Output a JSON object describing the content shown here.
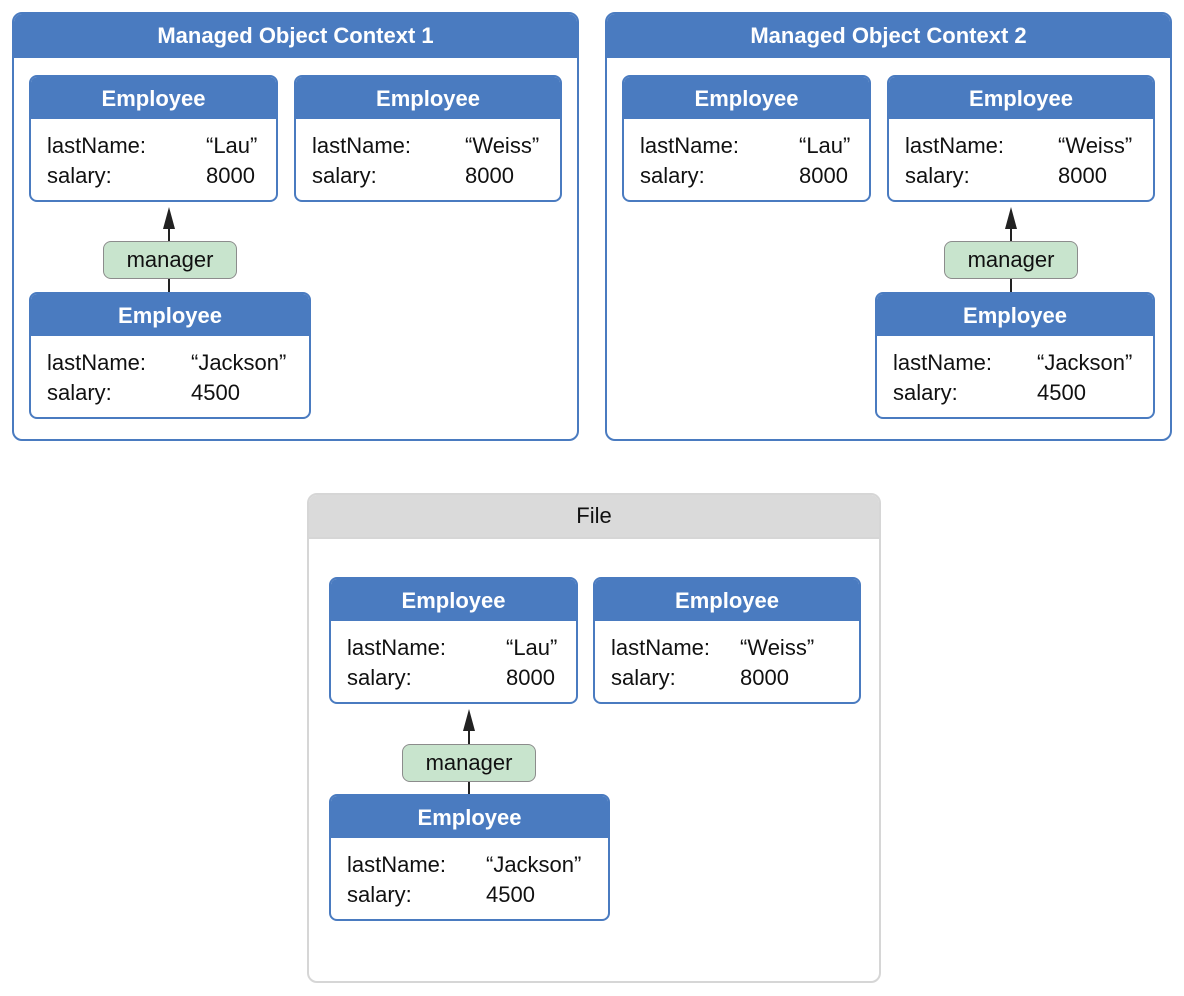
{
  "contexts": [
    {
      "title": "Managed Object Context 1",
      "entities": [
        {
          "header": "Employee",
          "rows": [
            {
              "label": "lastName:",
              "value": "“Lau”"
            },
            {
              "label": "salary:",
              "value": "8000"
            }
          ]
        },
        {
          "header": "Employee",
          "rows": [
            {
              "label": "lastName:",
              "value": "“Weiss”"
            },
            {
              "label": "salary:",
              "value": "8000"
            }
          ]
        },
        {
          "header": "Employee",
          "rows": [
            {
              "label": "lastName:",
              "value": "“Jackson”"
            },
            {
              "label": "salary:",
              "value": "4500"
            }
          ]
        }
      ],
      "relationship": "manager"
    },
    {
      "title": "Managed Object Context 2",
      "entities": [
        {
          "header": "Employee",
          "rows": [
            {
              "label": "lastName:",
              "value": "“Lau”"
            },
            {
              "label": "salary:",
              "value": "8000"
            }
          ]
        },
        {
          "header": "Employee",
          "rows": [
            {
              "label": "lastName:",
              "value": "“Weiss”"
            },
            {
              "label": "salary:",
              "value": "8000"
            }
          ]
        },
        {
          "header": "Employee",
          "rows": [
            {
              "label": "lastName:",
              "value": "“Jackson”"
            },
            {
              "label": "salary:",
              "value": "4500"
            }
          ]
        }
      ],
      "relationship": "manager"
    },
    {
      "title": "File",
      "entities": [
        {
          "header": "Employee",
          "rows": [
            {
              "label": "lastName:",
              "value": "“Lau”"
            },
            {
              "label": "salary:",
              "value": "8000"
            }
          ]
        },
        {
          "header": "Employee",
          "rows": [
            {
              "label": "lastName:",
              "value": "“Weiss”"
            },
            {
              "label": "salary:",
              "value": "8000"
            }
          ]
        },
        {
          "header": "Employee",
          "rows": [
            {
              "label": "lastName:",
              "value": "“Jackson”"
            },
            {
              "label": "salary:",
              "value": "4500"
            }
          ]
        }
      ],
      "relationship": "manager"
    }
  ],
  "colors": {
    "context_blue": "#4a7bc0",
    "file_gray": "#dadada",
    "relationship_green": "#c8e4cd"
  }
}
